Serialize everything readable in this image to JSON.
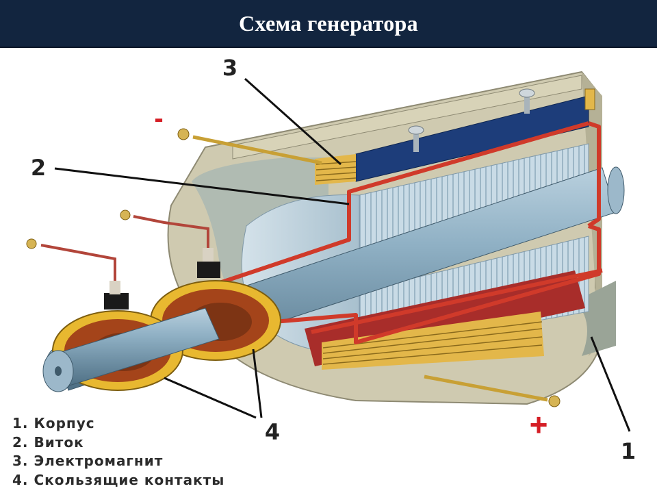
{
  "title": "Схема генератора",
  "callouts": {
    "n1": "1",
    "n2": "2",
    "n3": "3",
    "n4": "4"
  },
  "polarity": {
    "minus": "-",
    "plus": "+"
  },
  "legend": [
    "1. Корпус",
    "2. Виток",
    "3. Электромагнит",
    "4. Скользящие контакты"
  ],
  "colors": {
    "title_bg": "#12253f",
    "housing": "#cfcab0",
    "magnet_core": "#1d3d7a",
    "coil": "#d03a2a",
    "slip_ring": "#e8b830",
    "shaft": "#6b8fa6",
    "minus_sign": "#d51e25",
    "plus_sign": "#d51e25"
  }
}
